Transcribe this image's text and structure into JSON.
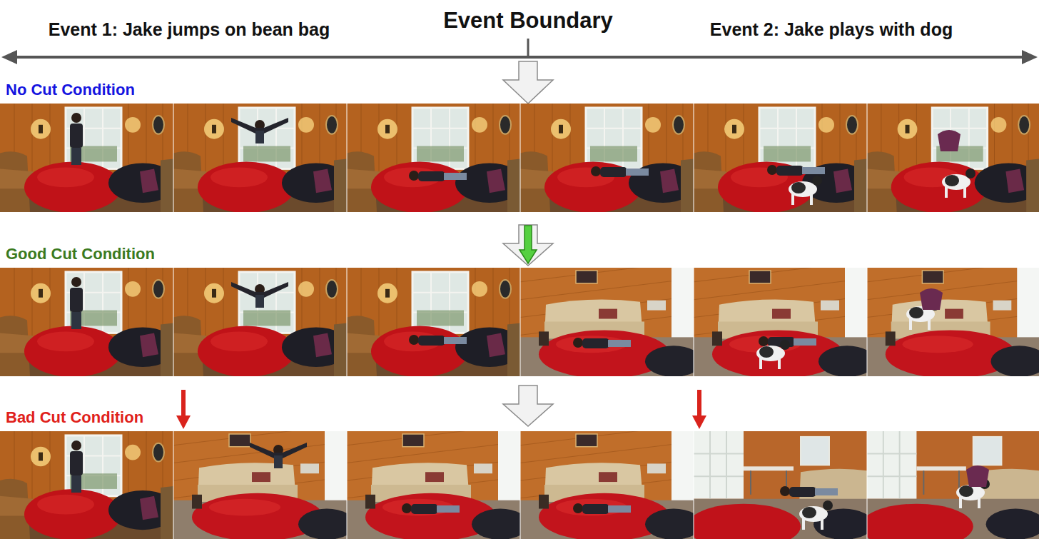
{
  "diagram": {
    "labels": [
      "Event 1: Jake jumps on bean bag",
      "Event Boundary",
      "Event 2: Jake plays with dog",
      "No Cut Condition",
      "Good Cut Condition",
      "Bad Cut Condition"
    ]
  }
}
